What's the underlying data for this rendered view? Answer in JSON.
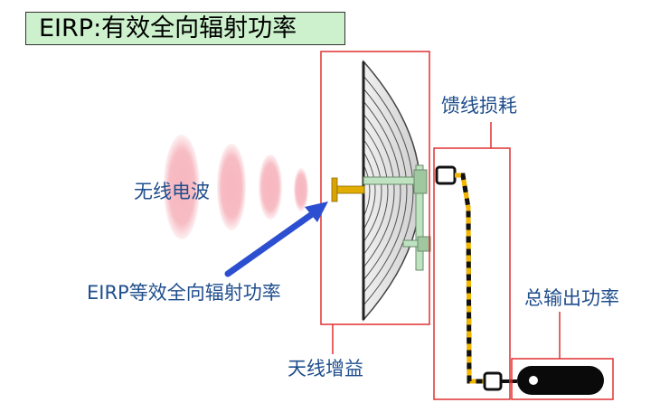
{
  "title": "EIRP:有效全向辐射功率",
  "labels": {
    "radio_wave": "无线电波",
    "eirp": "EIRP等效全向辐射功率",
    "feeder_loss": "馈线损耗",
    "total_output": "总输出功率",
    "antenna_gain": "天线增益"
  },
  "colors": {
    "label_text": "#1f4e8c",
    "highlight_box": "#e03030",
    "arrow": "#2b4fd0",
    "title_bg": "#ccf1cc",
    "wave": "#f4a6b0"
  }
}
